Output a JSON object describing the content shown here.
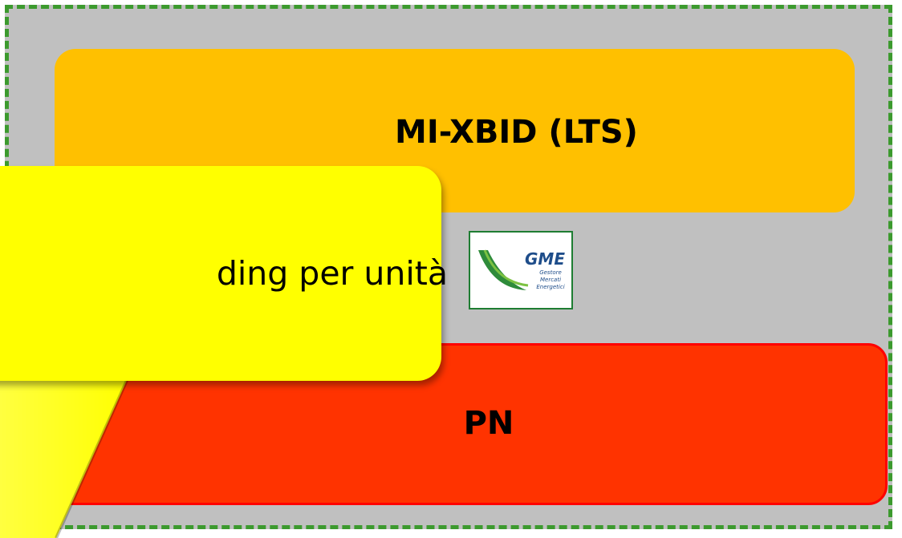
{
  "diagram": {
    "top_box_label": "MI-XBID (LTS)",
    "bottom_box_label": "PN",
    "callout_text": "ding per unità",
    "logo": {
      "name": "GME",
      "subtitle_lines": [
        "Gestore",
        "Mercati",
        "Energetici"
      ]
    }
  },
  "colors": {
    "background": "#c0c0c0",
    "dashed_border": "#3c9a2e",
    "top_box": "#ffc000",
    "bottom_box": "#ff3300",
    "callout": "#ffff00"
  }
}
